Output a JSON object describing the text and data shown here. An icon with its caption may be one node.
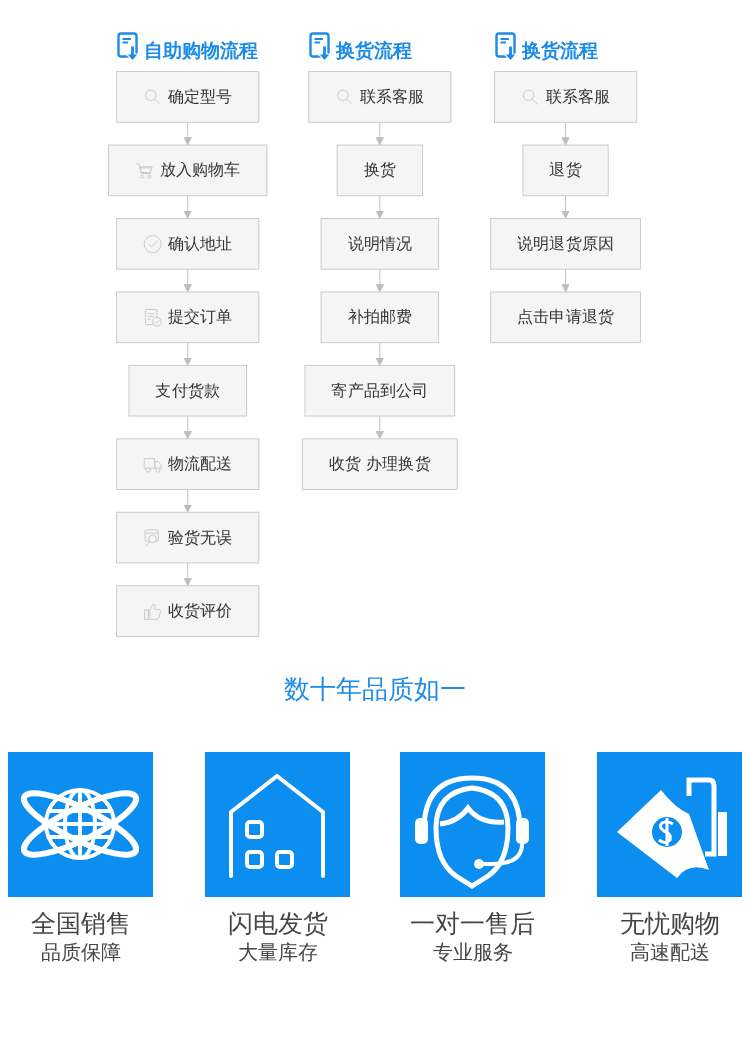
{
  "diagram": {
    "nodes": [
      {
        "text": [
          "确定型号"
        ]
      },
      {
        "text": [
          "放入购物车"
        ]
      },
      {
        "text": [
          "确认地址"
        ]
      },
      {
        "text": [
          "提交订单"
        ]
      },
      {
        "text": [
          "支付货款"
        ]
      },
      {
        "text": [
          "物流配送"
        ]
      },
      {
        "text": [
          "验货无误"
        ]
      },
      {
        "text": [
          "收货评价"
        ]
      },
      {
        "text": [
          "联系客服"
        ]
      },
      {
        "text": [
          "换货"
        ]
      },
      {
        "text": [
          "说明情况"
        ]
      },
      {
        "text": [
          "补拍邮费"
        ]
      },
      {
        "text": [
          "寄产品到公司"
        ]
      },
      {
        "text": [
          "收货 办理换货"
        ]
      },
      {
        "text": [
          "联系客服"
        ]
      },
      {
        "text": [
          "退货"
        ]
      },
      {
        "text": [
          "说明退货原因"
        ]
      },
      {
        "text": [
          "点击申请退货"
        ]
      }
    ],
    "edges": [
      {
        "from": 0,
        "to": 1,
        "arrow": "to"
      },
      {
        "from": 1,
        "to": 2,
        "arrow": "to"
      },
      {
        "from": 2,
        "to": 3,
        "arrow": "to"
      },
      {
        "from": 3,
        "to": 4,
        "arrow": "to"
      },
      {
        "from": 4,
        "to": 5,
        "arrow": "to"
      },
      {
        "from": 5,
        "to": 6,
        "arrow": "to"
      },
      {
        "from": 6,
        "to": 7,
        "arrow": "to"
      },
      {
        "from": 8,
        "to": 9,
        "arrow": "to"
      },
      {
        "from": 9,
        "to": 10,
        "arrow": "to"
      },
      {
        "from": 10,
        "to": 11,
        "arrow": "to"
      },
      {
        "from": 11,
        "to": 12,
        "arrow": "to"
      },
      {
        "from": 12,
        "to": 13,
        "arrow": "to"
      },
      {
        "from": 14,
        "to": 15,
        "arrow": "to"
      },
      {
        "from": 15,
        "to": 16,
        "arrow": "to"
      },
      {
        "from": 16,
        "to": 17,
        "arrow": "to"
      }
    ],
    "labels": [
      "自助购物流程",
      "换货流程",
      "换货流程",
      "数十年品质如一",
      "全国销售",
      "品质保障",
      "闪电发货",
      "大量库存",
      "一对一售后",
      "专业服务",
      "无忧购物",
      "高速配送"
    ]
  }
}
